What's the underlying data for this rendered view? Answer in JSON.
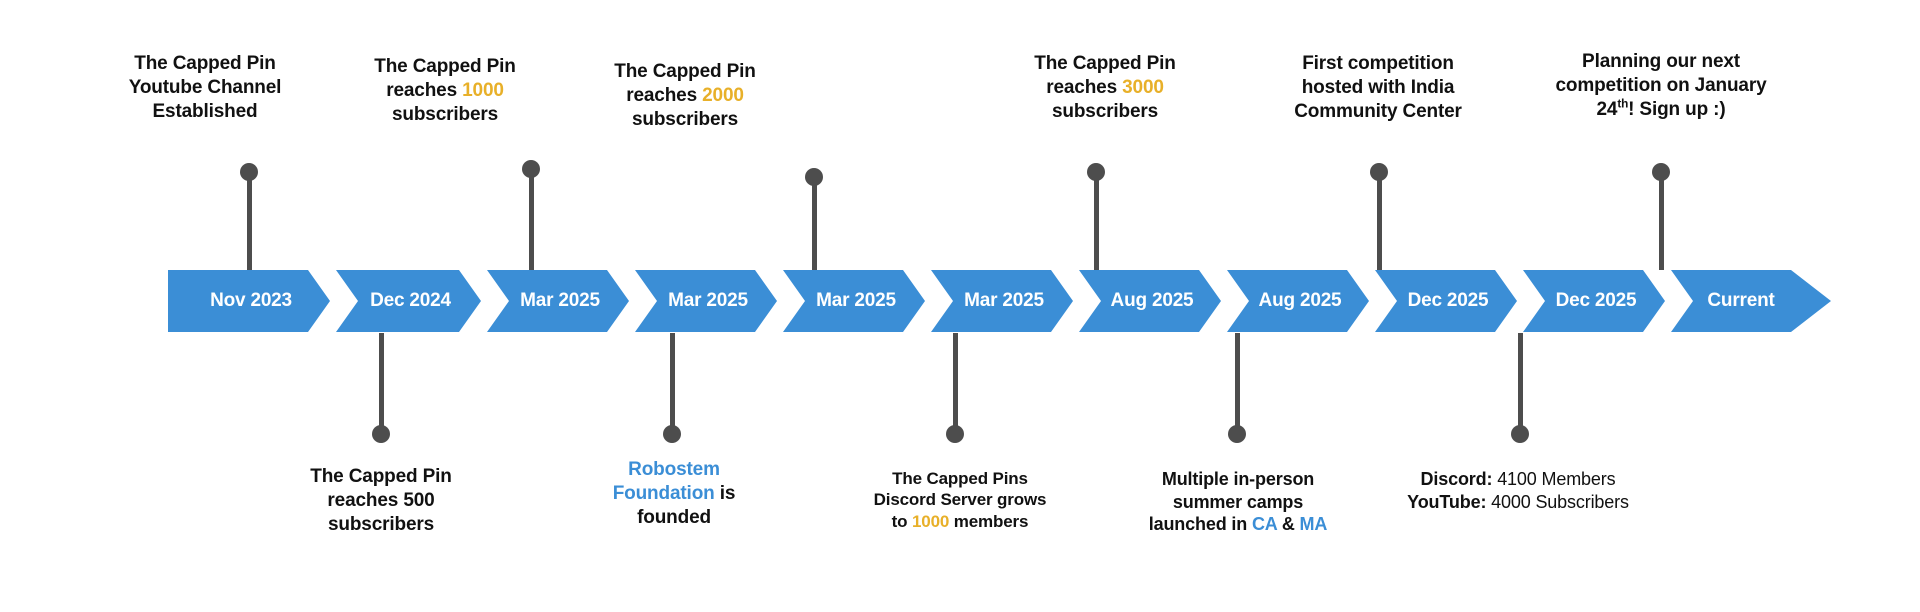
{
  "colors": {
    "arrow_blue": "#3b8ed6",
    "highlight_gold": "#e8b029",
    "highlight_blue": "#3b8ed6",
    "pin_gray": "#4d4d4d",
    "text_black": "#111111",
    "background": "#ffffff"
  },
  "timeline": {
    "steps": [
      {
        "date": "Nov 2023"
      },
      {
        "date": "Dec 2024"
      },
      {
        "date": "Mar 2025"
      },
      {
        "date": "Mar 2025"
      },
      {
        "date": "Mar 2025"
      },
      {
        "date": "Mar 2025"
      },
      {
        "date": "Aug 2025"
      },
      {
        "date": "Aug 2025"
      },
      {
        "date": "Dec 2025"
      },
      {
        "date": "Dec 2025"
      },
      {
        "date": "Current"
      }
    ]
  },
  "events_above": [
    {
      "id": "youtube-channel-established",
      "line1": "The Capped Pin",
      "line2": "Youtube Channel",
      "line3": "Established"
    },
    {
      "id": "reaches-1000-subscribers",
      "line1": "The Capped Pin",
      "line2_pre": "reaches ",
      "line2_hl": "1000",
      "line3": "subscribers"
    },
    {
      "id": "reaches-2000-subscribers",
      "line1": "The Capped Pin",
      "line2_pre": "reaches ",
      "line2_hl": "2000",
      "line3": "subscribers"
    },
    {
      "id": "reaches-3000-subscribers",
      "line1": "The Capped Pin",
      "line2_pre": "reaches ",
      "line2_hl": "3000",
      "line3": "subscribers"
    },
    {
      "id": "first-competition-india-community-center",
      "line1": "First competition",
      "line2": "hosted with India",
      "line3": "Community Center"
    },
    {
      "id": "planning-next-competition",
      "line1": "Planning our next",
      "line2": "competition on January",
      "line3_pre": "24",
      "line3_sup": "th",
      "line3_post": "! Sign up :)"
    }
  ],
  "events_below": [
    {
      "id": "reaches-500-subscribers",
      "line1": "The Capped Pin",
      "line2": "reaches 500",
      "line3": "subscribers"
    },
    {
      "id": "robostem-foundation-founded",
      "line1_hl": "Robostem",
      "line2_hl": "Foundation",
      "line2_post": " is",
      "line3": "founded"
    },
    {
      "id": "discord-server-1000-members",
      "line1": "The Capped Pins",
      "line2": "Discord Server grows",
      "line3_pre": "to ",
      "line3_hl": "1000",
      "line3_post": " members"
    },
    {
      "id": "summer-camps-ca-ma",
      "line1": "Multiple in-person",
      "line2": "summer camps",
      "line3_pre": "launched in ",
      "line3_hl1": "CA",
      "line3_mid": " & ",
      "line3_hl2": "MA"
    },
    {
      "id": "current-stats",
      "stat1_label": "Discord:",
      "stat1_value": " 4100 Members",
      "stat2_label": "YouTube:",
      "stat2_value": " 4000 Subscribers"
    }
  ]
}
